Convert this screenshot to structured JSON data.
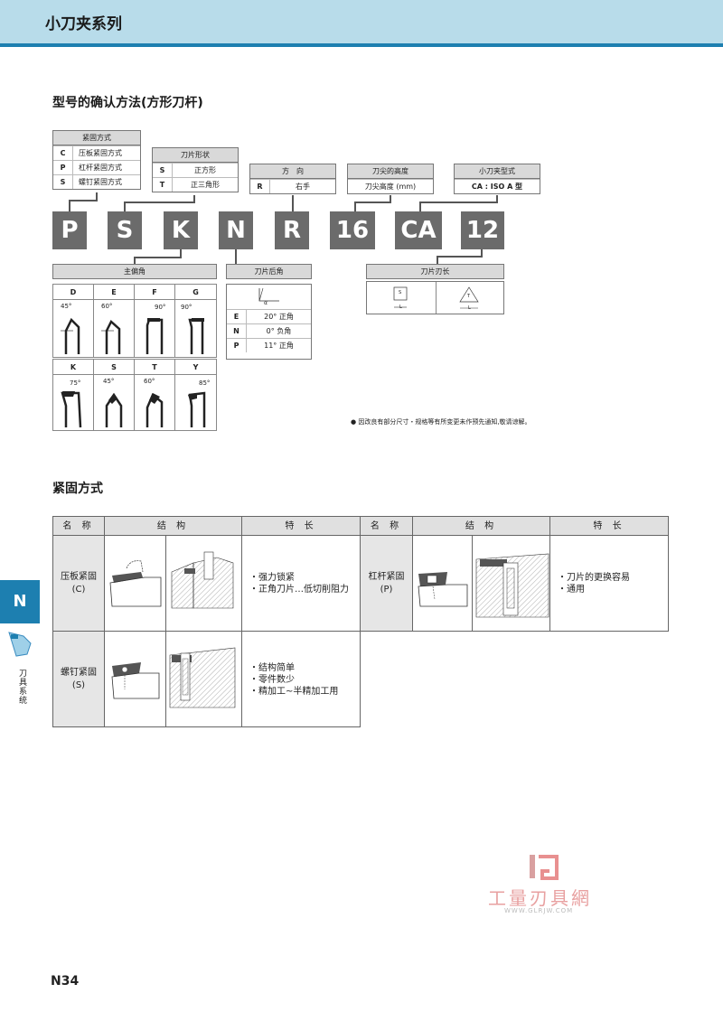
{
  "header": {
    "title": "小刀夹系列"
  },
  "section1": {
    "title": "型号的确认方法(方形刀杆)"
  },
  "clamp_method": {
    "title": "紧固方式",
    "rows": [
      {
        "code": "C",
        "label": "压板紧固方式"
      },
      {
        "code": "P",
        "label": "杠杆紧固方式"
      },
      {
        "code": "S",
        "label": "螺钉紧固方式"
      }
    ]
  },
  "insert_shape": {
    "title": "刀片形状",
    "rows": [
      {
        "code": "S",
        "label": "正方形"
      },
      {
        "code": "T",
        "label": "正三角形"
      }
    ]
  },
  "direction": {
    "title": "方　向",
    "code": "R",
    "label": "右手"
  },
  "tip_height": {
    "title": "刀尖的高度",
    "label": "刀尖高度 (mm)"
  },
  "holder_type": {
    "title": "小刀夹型式",
    "label": "CA : ISO A 型"
  },
  "letters": [
    "P",
    "S",
    "K",
    "N",
    "R",
    "16",
    "CA",
    "12"
  ],
  "lead_angle": {
    "title": "主偏角",
    "row1": [
      {
        "code": "D",
        "angle": "45°"
      },
      {
        "code": "E",
        "angle": "60°"
      },
      {
        "code": "F",
        "angle": "90°"
      },
      {
        "code": "G",
        "angle": "90°"
      }
    ],
    "row2": [
      {
        "code": "K",
        "angle": "75°"
      },
      {
        "code": "S",
        "angle": "45°"
      },
      {
        "code": "T",
        "angle": "60°"
      },
      {
        "code": "Y",
        "angle": "85°"
      }
    ]
  },
  "clearance": {
    "title": "刀片后角",
    "diagram_label": "α",
    "rows": [
      {
        "code": "E",
        "label": "20° 正角"
      },
      {
        "code": "N",
        "label": "0° 负角"
      },
      {
        "code": "P",
        "label": "11° 正角"
      }
    ]
  },
  "edge_length": {
    "title": "刀片刃长",
    "sq_label": "S",
    "tri_label": "T",
    "dim": "L"
  },
  "note": "● 因改良有部分尺寸・规格等有所变更未作预先通知,敬请谅解。",
  "clamp_section": {
    "title": "紧固方式",
    "headers": {
      "name": "名 称",
      "structure": "结 构",
      "feature": "特 长"
    },
    "press": {
      "name": "压板紧固",
      "code": "(C)",
      "features": [
        "・强力锁紧",
        "・正角刀片…低切削阻力"
      ]
    },
    "lever": {
      "name": "杠杆紧固",
      "code": "(P)",
      "features": [
        "・刀片的更换容易",
        "・通用"
      ]
    },
    "screw": {
      "name": "螺钉紧固",
      "code": "(S)",
      "features": [
        "・结构简单",
        "・零件数少",
        "・精加工~半精加工用"
      ]
    }
  },
  "side_tab": {
    "letter": "N",
    "text": "刀具系统"
  },
  "watermark": {
    "text": "工量刃具網",
    "url": "WWW.GLRJW.COM"
  },
  "page_number": "N34"
}
